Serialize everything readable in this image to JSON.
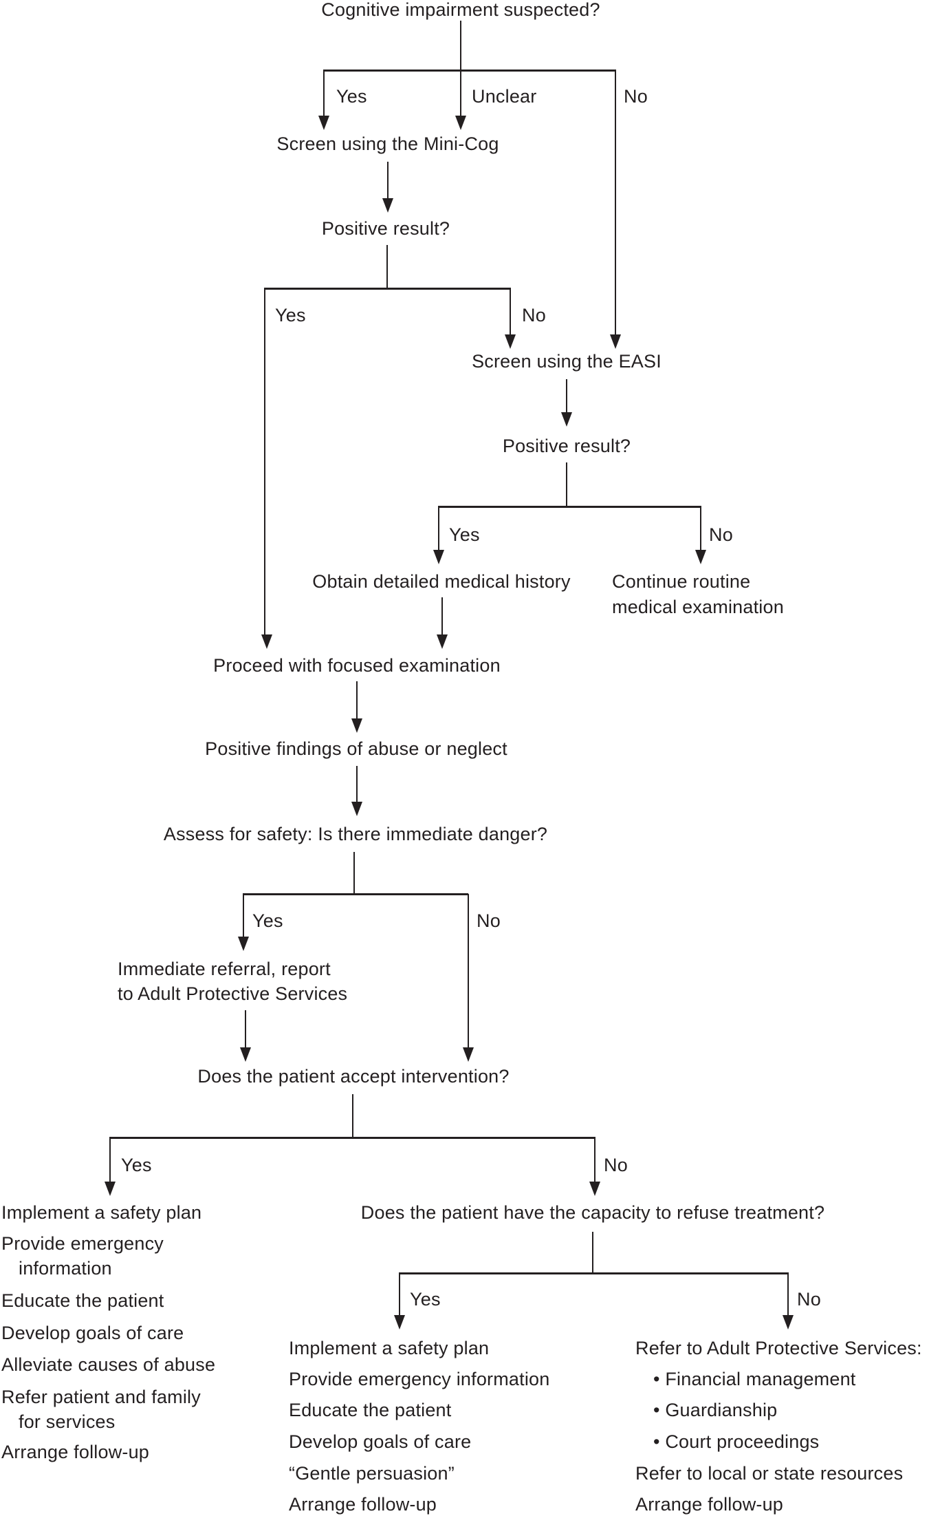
{
  "diagram": {
    "nodes": {
      "cognitive_impairment": "Cognitive impairment suspected?",
      "screen_minicog": "Screen using the Mini-Cog",
      "positive_result_minicog": "Positive result?",
      "screen_easi": "Screen using the EASI",
      "positive_result_easi": "Positive result?",
      "obtain_history": "Obtain detailed medical history",
      "continue_routine_line1": "Continue routine",
      "continue_routine_line2": "medical examination",
      "proceed_exam": "Proceed with focused examination",
      "positive_findings": "Positive findings of abuse or neglect",
      "assess_safety": "Assess for safety: Is there immediate danger?",
      "immediate_referral_line1": "Immediate referral, report",
      "immediate_referral_line2": "to Adult Protective Services",
      "accept_intervention": "Does the patient accept intervention?",
      "capacity_refuse": "Does the patient have the capacity to refuse treatment?"
    },
    "labels": {
      "yes": "Yes",
      "no": "No",
      "unclear": "Unclear"
    },
    "outcomes": {
      "accept_yes": [
        "Implement a safety plan",
        "Provide emergency",
        "information",
        "Educate the patient",
        "Develop goals of care",
        "Alleviate causes of abuse",
        "Refer patient and family",
        "for services",
        "Arrange follow-up"
      ],
      "capacity_yes": [
        "Implement a safety plan",
        "Provide emergency information",
        "Educate the patient",
        "Develop goals of care",
        "“Gentle persuasion”",
        "Arrange follow-up"
      ],
      "capacity_no": [
        "Refer to Adult Protective Services:",
        "• Financial management",
        "• Guardianship",
        "• Court proceedings",
        "Refer to local or state resources",
        "Arrange follow-up"
      ]
    },
    "colors": {
      "text": "#231f20",
      "line": "#231f20",
      "background": "#ffffff"
    }
  }
}
